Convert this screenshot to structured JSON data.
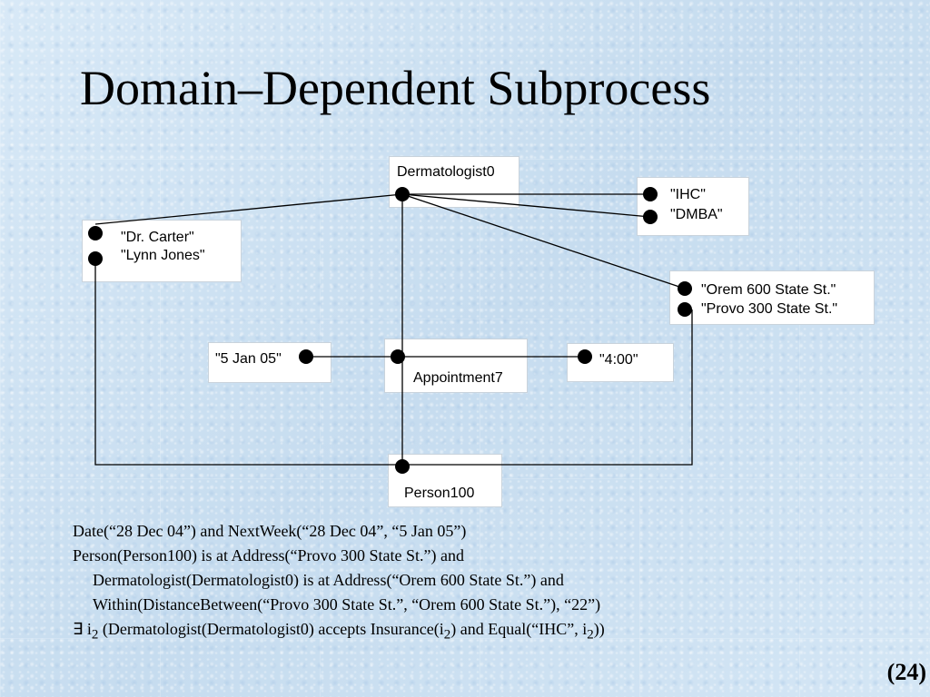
{
  "title": "Domain–Dependent Subprocess",
  "diagram": {
    "dermatologist": {
      "label": "Dermatologist0"
    },
    "insurance": {
      "values": [
        "\"IHC\"",
        "\"DMBA\""
      ]
    },
    "names": {
      "values": [
        "\"Dr. Carter\"",
        "\"Lynn Jones\""
      ]
    },
    "addresses": {
      "values": [
        "\"Orem 600 State St.\"",
        "\"Provo 300 State St.\""
      ]
    },
    "date": {
      "value": "\"5 Jan 05\""
    },
    "appointment": {
      "label": "Appointment7"
    },
    "time": {
      "value": "\"4:00\""
    },
    "person": {
      "label": "Person100"
    }
  },
  "description": {
    "line1": "Date(“28 Dec 04”) and NextWeek(“28 Dec 04”, “5 Jan 05”)",
    "line2": "Person(Person100) is at Address(“Provo 300 State St.”) and",
    "line3": "Dermatologist(Dermatologist0) is at Address(“Orem 600 State St.”) and",
    "line4": "Within(DistanceBetween(“Provo 300 State St.”, “Orem 600 State St.”), “22”)",
    "line5": {
      "exists": "∃",
      "i": " i",
      "sub": "2",
      "part1": " (Dermatologist(Dermatologist0) accepts Insurance(i",
      "part2": ") and Equal(“IHC”, i",
      "part3": "))"
    }
  },
  "page_number": "(24)"
}
